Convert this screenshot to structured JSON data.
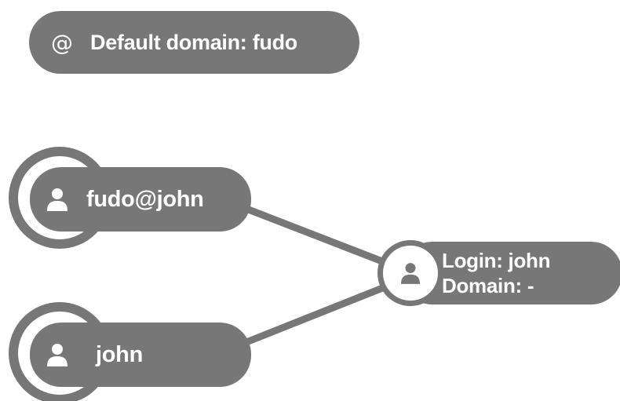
{
  "default_domain": {
    "icon": "at-sign-icon",
    "symbol": "@",
    "label": "Default domain: fudo"
  },
  "accounts": [
    {
      "icon": "user-icon",
      "label": "fudo@john"
    },
    {
      "icon": "user-icon",
      "label": "john"
    }
  ],
  "login_node": {
    "icon": "user-icon",
    "login": "Login: john",
    "domain": "Domain: -"
  },
  "colors": {
    "node_fill": "#777777",
    "text": "#ffffff",
    "background": "#ffffff"
  }
}
